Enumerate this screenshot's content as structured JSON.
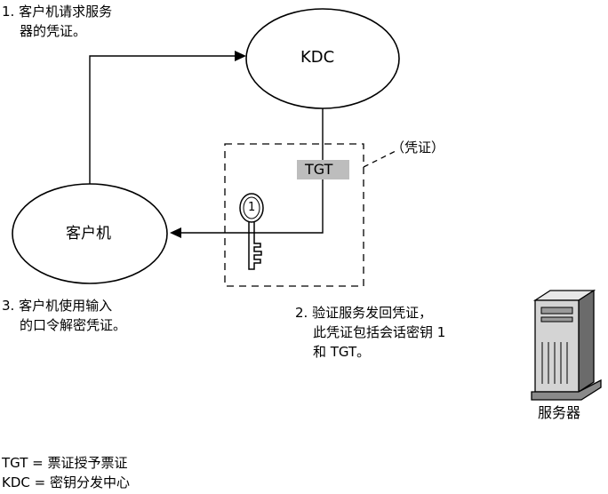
{
  "nodes": {
    "kdc": "KDC",
    "client": "客户机",
    "server": "服务器",
    "tgt": "TGT",
    "key_number": "1"
  },
  "annotations": {
    "ticket": "（凭证）"
  },
  "steps": {
    "step1": [
      "1. 客户机请求服务",
      "器的凭证。"
    ],
    "step2": [
      "2. 验证服务发回凭证，",
      "此凭证包括会话密钥 1",
      "和 TGT。"
    ],
    "step3": [
      "3. 客户机使用输入",
      "的口令解密凭证。"
    ]
  },
  "legend": {
    "tgt": "TGT = 票证授予票证",
    "kdc": "KDC = 密钥分发中心"
  }
}
